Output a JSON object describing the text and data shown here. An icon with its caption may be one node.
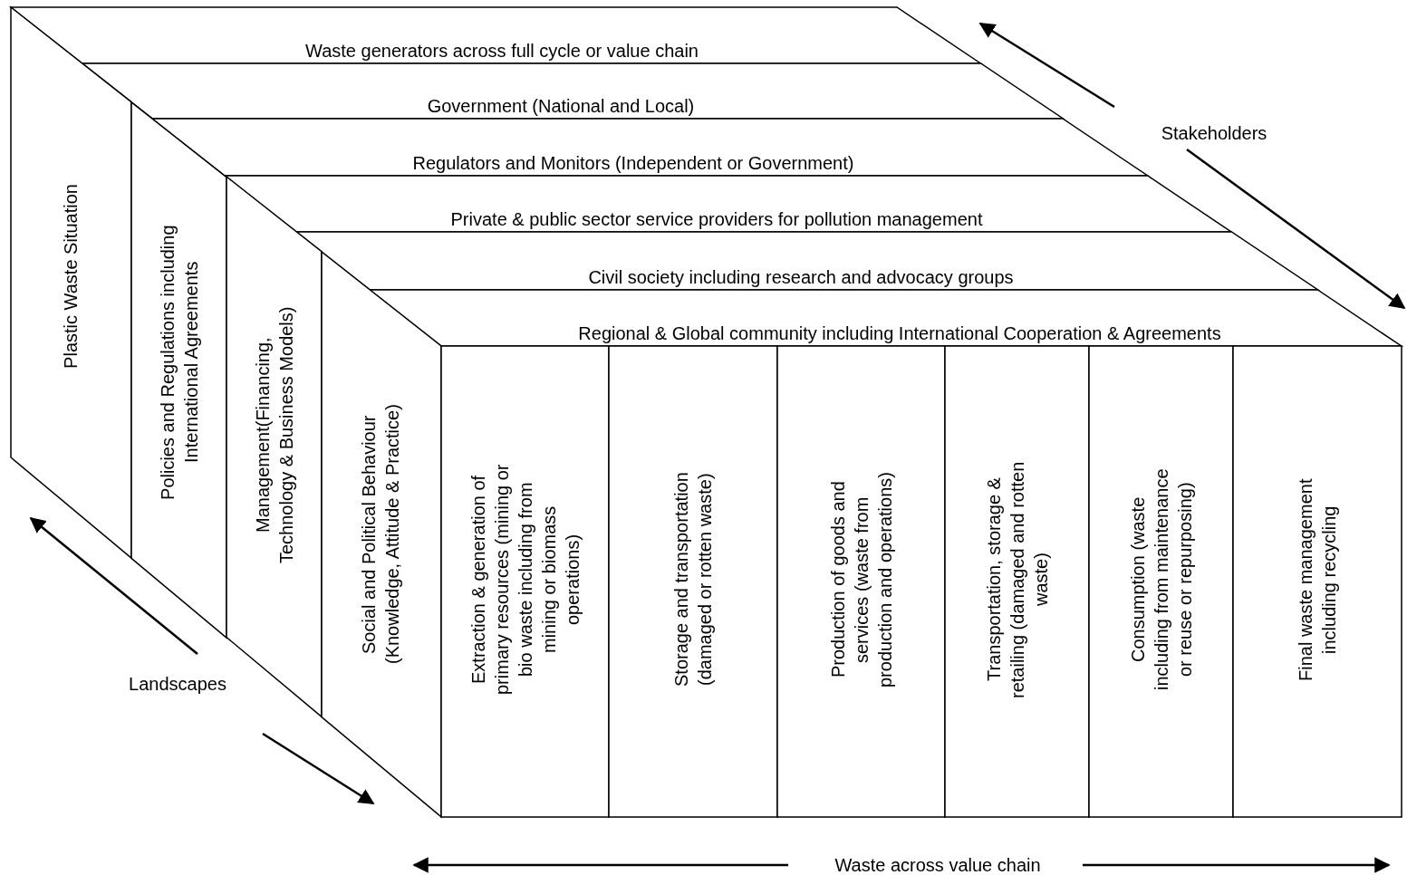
{
  "diagram": {
    "nodes": [
      {
        "text": [
          "Waste generators across full cycle or value chain"
        ]
      },
      {
        "text": [
          "Government (National and Local)"
        ]
      },
      {
        "text": [
          "Regulators and Monitors (Independent or Government)"
        ]
      },
      {
        "text": [
          "Private & public sector service providers for pollution management"
        ]
      },
      {
        "text": [
          "Civil society including research and advocacy groups"
        ]
      },
      {
        "text": [
          "Regional & Global community including International Cooperation & Agreements"
        ]
      },
      {
        "text": [
          "Plastic Waste Situation"
        ]
      },
      {
        "text": [
          "Policies and Regulations including International Agreements"
        ]
      },
      {
        "text": [
          "Management(Financing, Technology & Business Models)"
        ]
      },
      {
        "text": [
          "Social and Political Behaviour (Knowledge, Attitude & Practice)"
        ]
      },
      {
        "text": [
          "Extraction & generation of primary resources (mining or bio waste including from mining or biomass operations)"
        ]
      },
      {
        "text": [
          "Storage and transportation (damaged or rotten waste)"
        ]
      },
      {
        "text": [
          "Production of goods and services (waste from production and operations)"
        ]
      },
      {
        "text": [
          "Transportation, storage & retailing (damaged and rotten waste)"
        ]
      },
      {
        "text": [
          "Consumption (waste including from maintenance or reuse or repurposing)"
        ]
      },
      {
        "text": [
          "Final waste management including recycling"
        ]
      }
    ],
    "labels": [
      "Stakeholders",
      "Landscapes",
      "Waste across value chain"
    ]
  }
}
